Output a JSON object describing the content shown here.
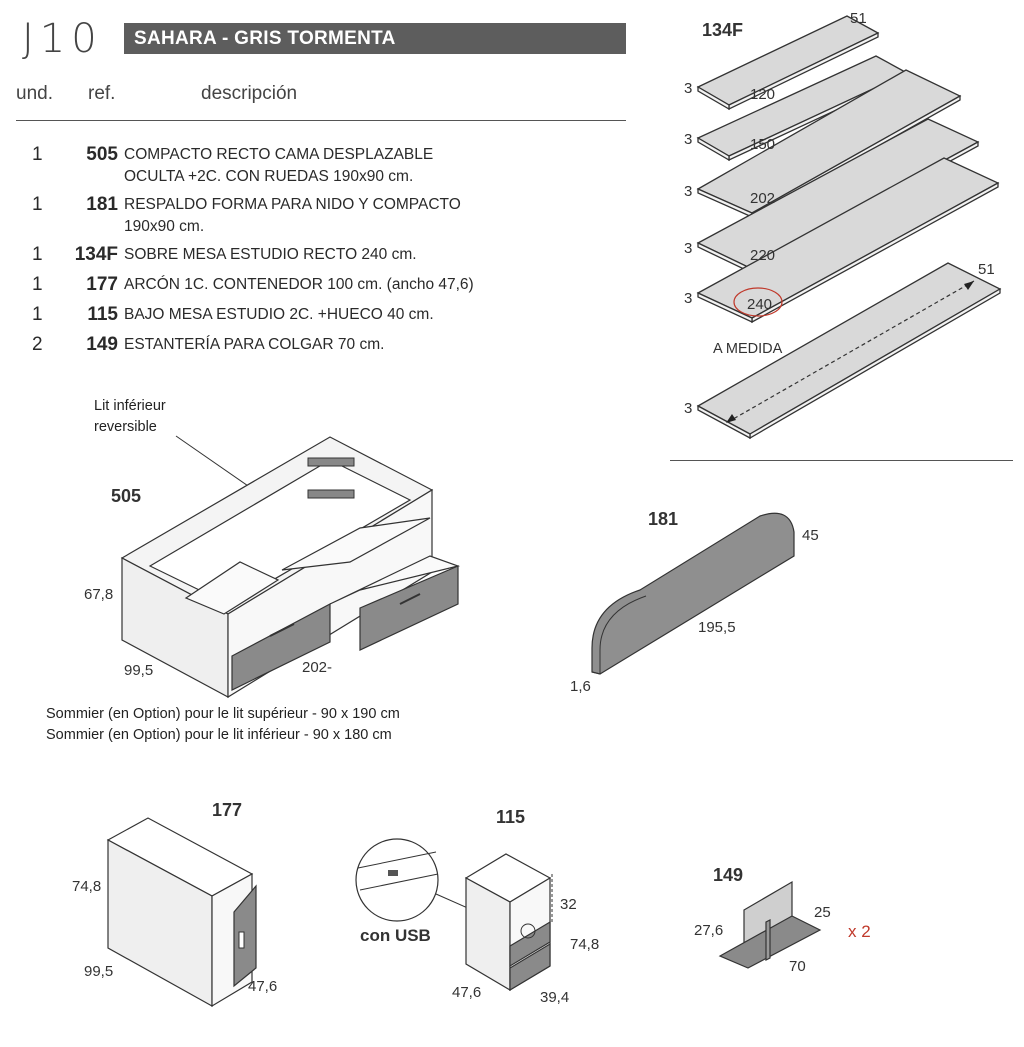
{
  "header": {
    "model_code": "J10",
    "finish_title": "SAHARA - GRIS TORMENTA",
    "columns": {
      "qty": "und.",
      "ref": "ref.",
      "desc": "descripción"
    }
  },
  "items": [
    {
      "qty": "1",
      "ref": "505",
      "desc_line1": "COMPACTO RECTO CAMA DESPLAZABLE",
      "desc_line2": "OCULTA +2C. CON RUEDAS 190x90 cm."
    },
    {
      "qty": "1",
      "ref": "181",
      "desc_line1": "RESPALDO FORMA PARA NIDO Y COMPACTO",
      "desc_line2": "190x90 cm."
    },
    {
      "qty": "1",
      "ref": "134F",
      "desc_line1": "SOBRE MESA ESTUDIO RECTO 240 cm.",
      "desc_line2": ""
    },
    {
      "qty": "1",
      "ref": "177",
      "desc_line1": "ARCÓN 1C. CONTENEDOR 100 cm. (ancho 47,6)",
      "desc_line2": ""
    },
    {
      "qty": "1",
      "ref": "115",
      "desc_line1": "BAJO MESA ESTUDIO 2C. +HUECO 40 cm.",
      "desc_line2": ""
    },
    {
      "qty": "2",
      "ref": "149",
      "desc_line1": "ESTANTERÍA PARA COLGAR 70 cm.",
      "desc_line2": ""
    }
  ],
  "panel_134f": {
    "ref": "134F",
    "depth": "51",
    "thickness": "3",
    "lengths": [
      "120",
      "150",
      "202",
      "220",
      "240"
    ],
    "custom_label": "A MEDIDA",
    "custom_depth": "51",
    "custom_thickness": "3"
  },
  "item_505": {
    "ref": "505",
    "note_line1": "Lit inférieur",
    "note_line2": "reversible",
    "height": "67,8",
    "depth": "99,5",
    "width": "202-",
    "mattress_line1": "Sommier (en Option) pour le lit supérieur - 90 x 190 cm",
    "mattress_line2": "Sommier (en Option) pour le lit inférieur - 90 x 180 cm"
  },
  "item_181": {
    "ref": "181",
    "height": "45",
    "length": "195,5",
    "thickness": "1,6"
  },
  "item_177": {
    "ref": "177",
    "height": "74,8",
    "depth": "99,5",
    "width": "47,6"
  },
  "item_115": {
    "ref": "115",
    "usb_label": "con USB",
    "gap": "32",
    "height": "74,8",
    "depth": "47,6",
    "width": "39,4"
  },
  "item_149": {
    "ref": "149",
    "height": "27,6",
    "depth": "25",
    "length": "70",
    "multiplier": "x 2"
  },
  "colors": {
    "title_bar": "#5d5d5d",
    "panel_grey": "#d9d9d9",
    "drawer_grey": "#8a8a8a",
    "accent_red": "#c0392b"
  }
}
